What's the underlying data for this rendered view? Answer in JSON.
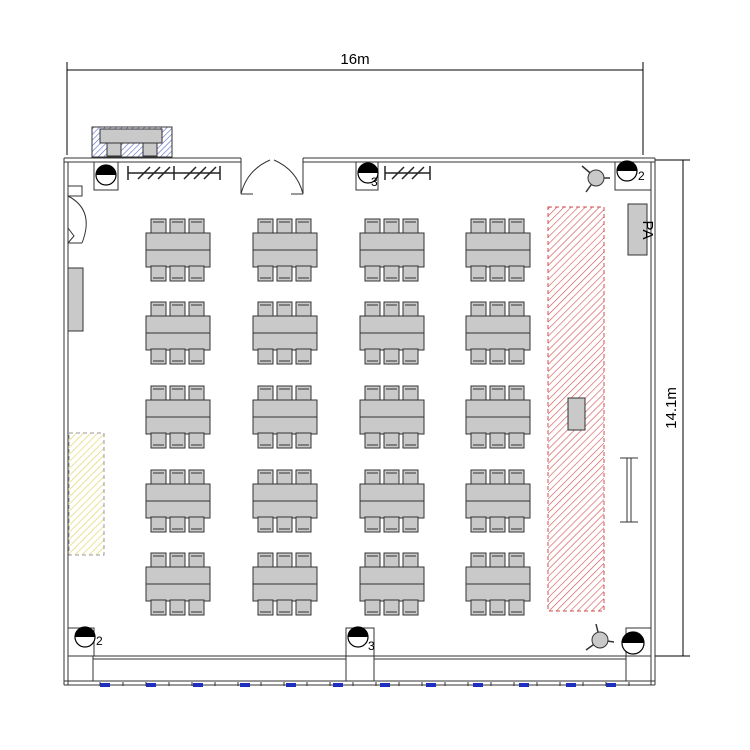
{
  "dimensions": {
    "width_label": "16m",
    "height_label": "14.1m"
  },
  "pa_label": "PA",
  "pillar_numbers": [
    "2",
    "3",
    "2",
    "3"
  ],
  "table_layout": {
    "rows": 5,
    "columns": 4,
    "seats_per_side": 3
  },
  "colors": {
    "table": "#c9c9c9",
    "outline": "#333333",
    "stage_hatch": "#d24d4d",
    "area_hatch": "#e0d76a",
    "window_marker": "#1f2fbf",
    "vent_hatch": "#5a66c8"
  }
}
